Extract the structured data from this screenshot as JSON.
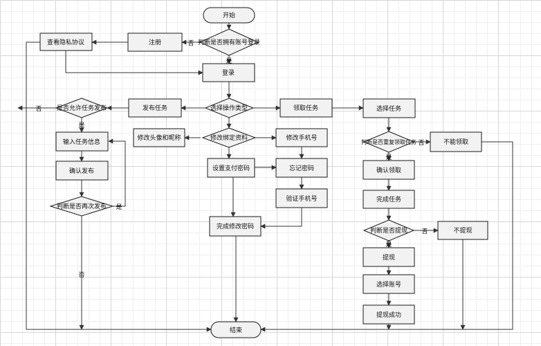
{
  "nodes": {
    "start": "开始",
    "has_account": "判断是否拥有账号登录",
    "register": "注册",
    "view_privacy": "查看隐私协议",
    "login": "登录",
    "select_op": "选择操作类型",
    "publish_task": "发布任务",
    "allow_publish": "是否允许任务发布",
    "input_info": "输入任务信息",
    "confirm_publish": "确认发布",
    "publish_again": "判断是否再次发布",
    "claim_task": "领取任务",
    "choose_task": "选择任务",
    "modify_info": "修改绑定资料",
    "modify_avatar": "修改头像和昵称",
    "modify_phone": "修改手机号",
    "set_paypwd": "设置支付密码",
    "forgot_pwd": "忘记密码",
    "verify_phone": "验证手机号",
    "finish_modify": "完成修改密码",
    "repeat_claim": "判断是否重复领取任务",
    "cannot_claim": "不能领取",
    "confirm_claim": "确认领取",
    "complete_task": "完成任务",
    "withdraw_check": "判断是否提现",
    "no_withdraw": "不提现",
    "withdraw": "提现",
    "choose_account": "选择账号",
    "withdraw_success": "提现成功",
    "end": "结束"
  },
  "edge_labels": {
    "yes": "是",
    "no": "否"
  }
}
